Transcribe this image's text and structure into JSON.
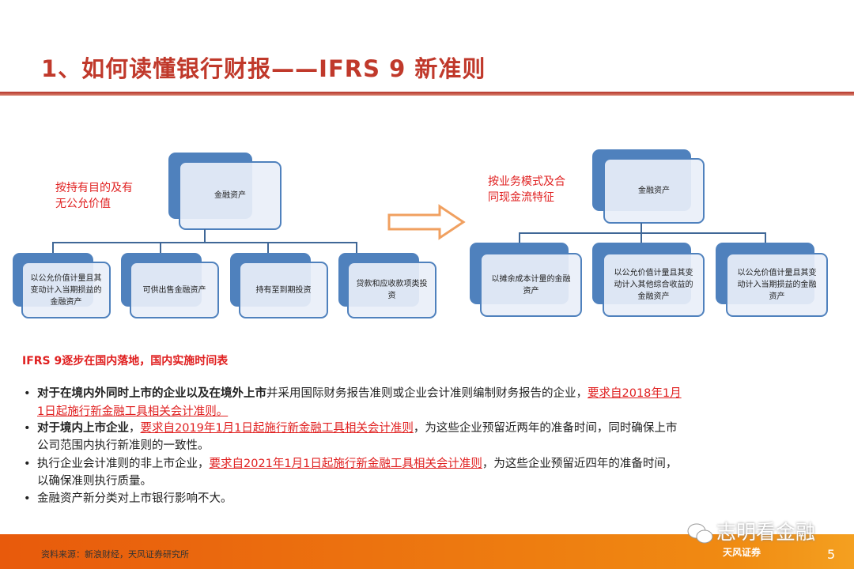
{
  "title": "1、如何读懂银行财报——IFRS 9 新准则",
  "left_tree": {
    "note_line1": "按持有目的及有",
    "note_line2": "无公允价值",
    "root": "金融资产",
    "children": [
      "以公允价值计量且其变动计入当期损益的金融资产",
      "可供出售金融资产",
      "持有至到期投资",
      "贷款和应收款项类投资"
    ]
  },
  "right_tree": {
    "note_line1": "按业务模式及合",
    "note_line2": "同现金流特征",
    "root": "金融资产",
    "children": [
      "以摊余成本计量的金融资产",
      "以公允价值计量且其变动计入其他综合收益的金融资产",
      "以公允价值计量且其变动计入当期损益的金融资产"
    ]
  },
  "section_title": "IFRS 9逐步在国内落地，国内实施时间表",
  "bullets": {
    "b1": {
      "bold": "对于在境内外同时上市的企业以及在境外上市",
      "plain": "并采用国际财务报告准则或企业会计准则编制财务报告的企业，",
      "red1": "要求自2018年1月",
      "red2": "1日起施行新金融工具相关会计准则。"
    },
    "b2": {
      "bold": "对于境内上市企业",
      "sep": "，",
      "red": "要求自2019年1月1日起施行新金融工具相关会计准则",
      "plain": "，为这些企业预留近两年的准备时间，同时确保上市",
      "cont": "公司范围内执行新准则的一致性。"
    },
    "b3": {
      "plain": "执行企业会计准则的非上市企业，",
      "red": "要求自2021年1月1日起施行新金融工具相关会计准则",
      "plain2": "，为这些企业预留近四年的准备时间，",
      "cont": "以确保准则执行质量。"
    },
    "b4": {
      "plain": "金融资产新分类对上市银行影响不大。"
    },
    "dot": "•"
  },
  "footer": {
    "source": "资料来源：新浪财经，天风证券研究所",
    "watermark": "志明看金融",
    "logo": "天风证券",
    "page": "5"
  },
  "colors": {
    "accent": "#e02020",
    "box": "#4f81bd",
    "footer": "#ed6d0f"
  }
}
